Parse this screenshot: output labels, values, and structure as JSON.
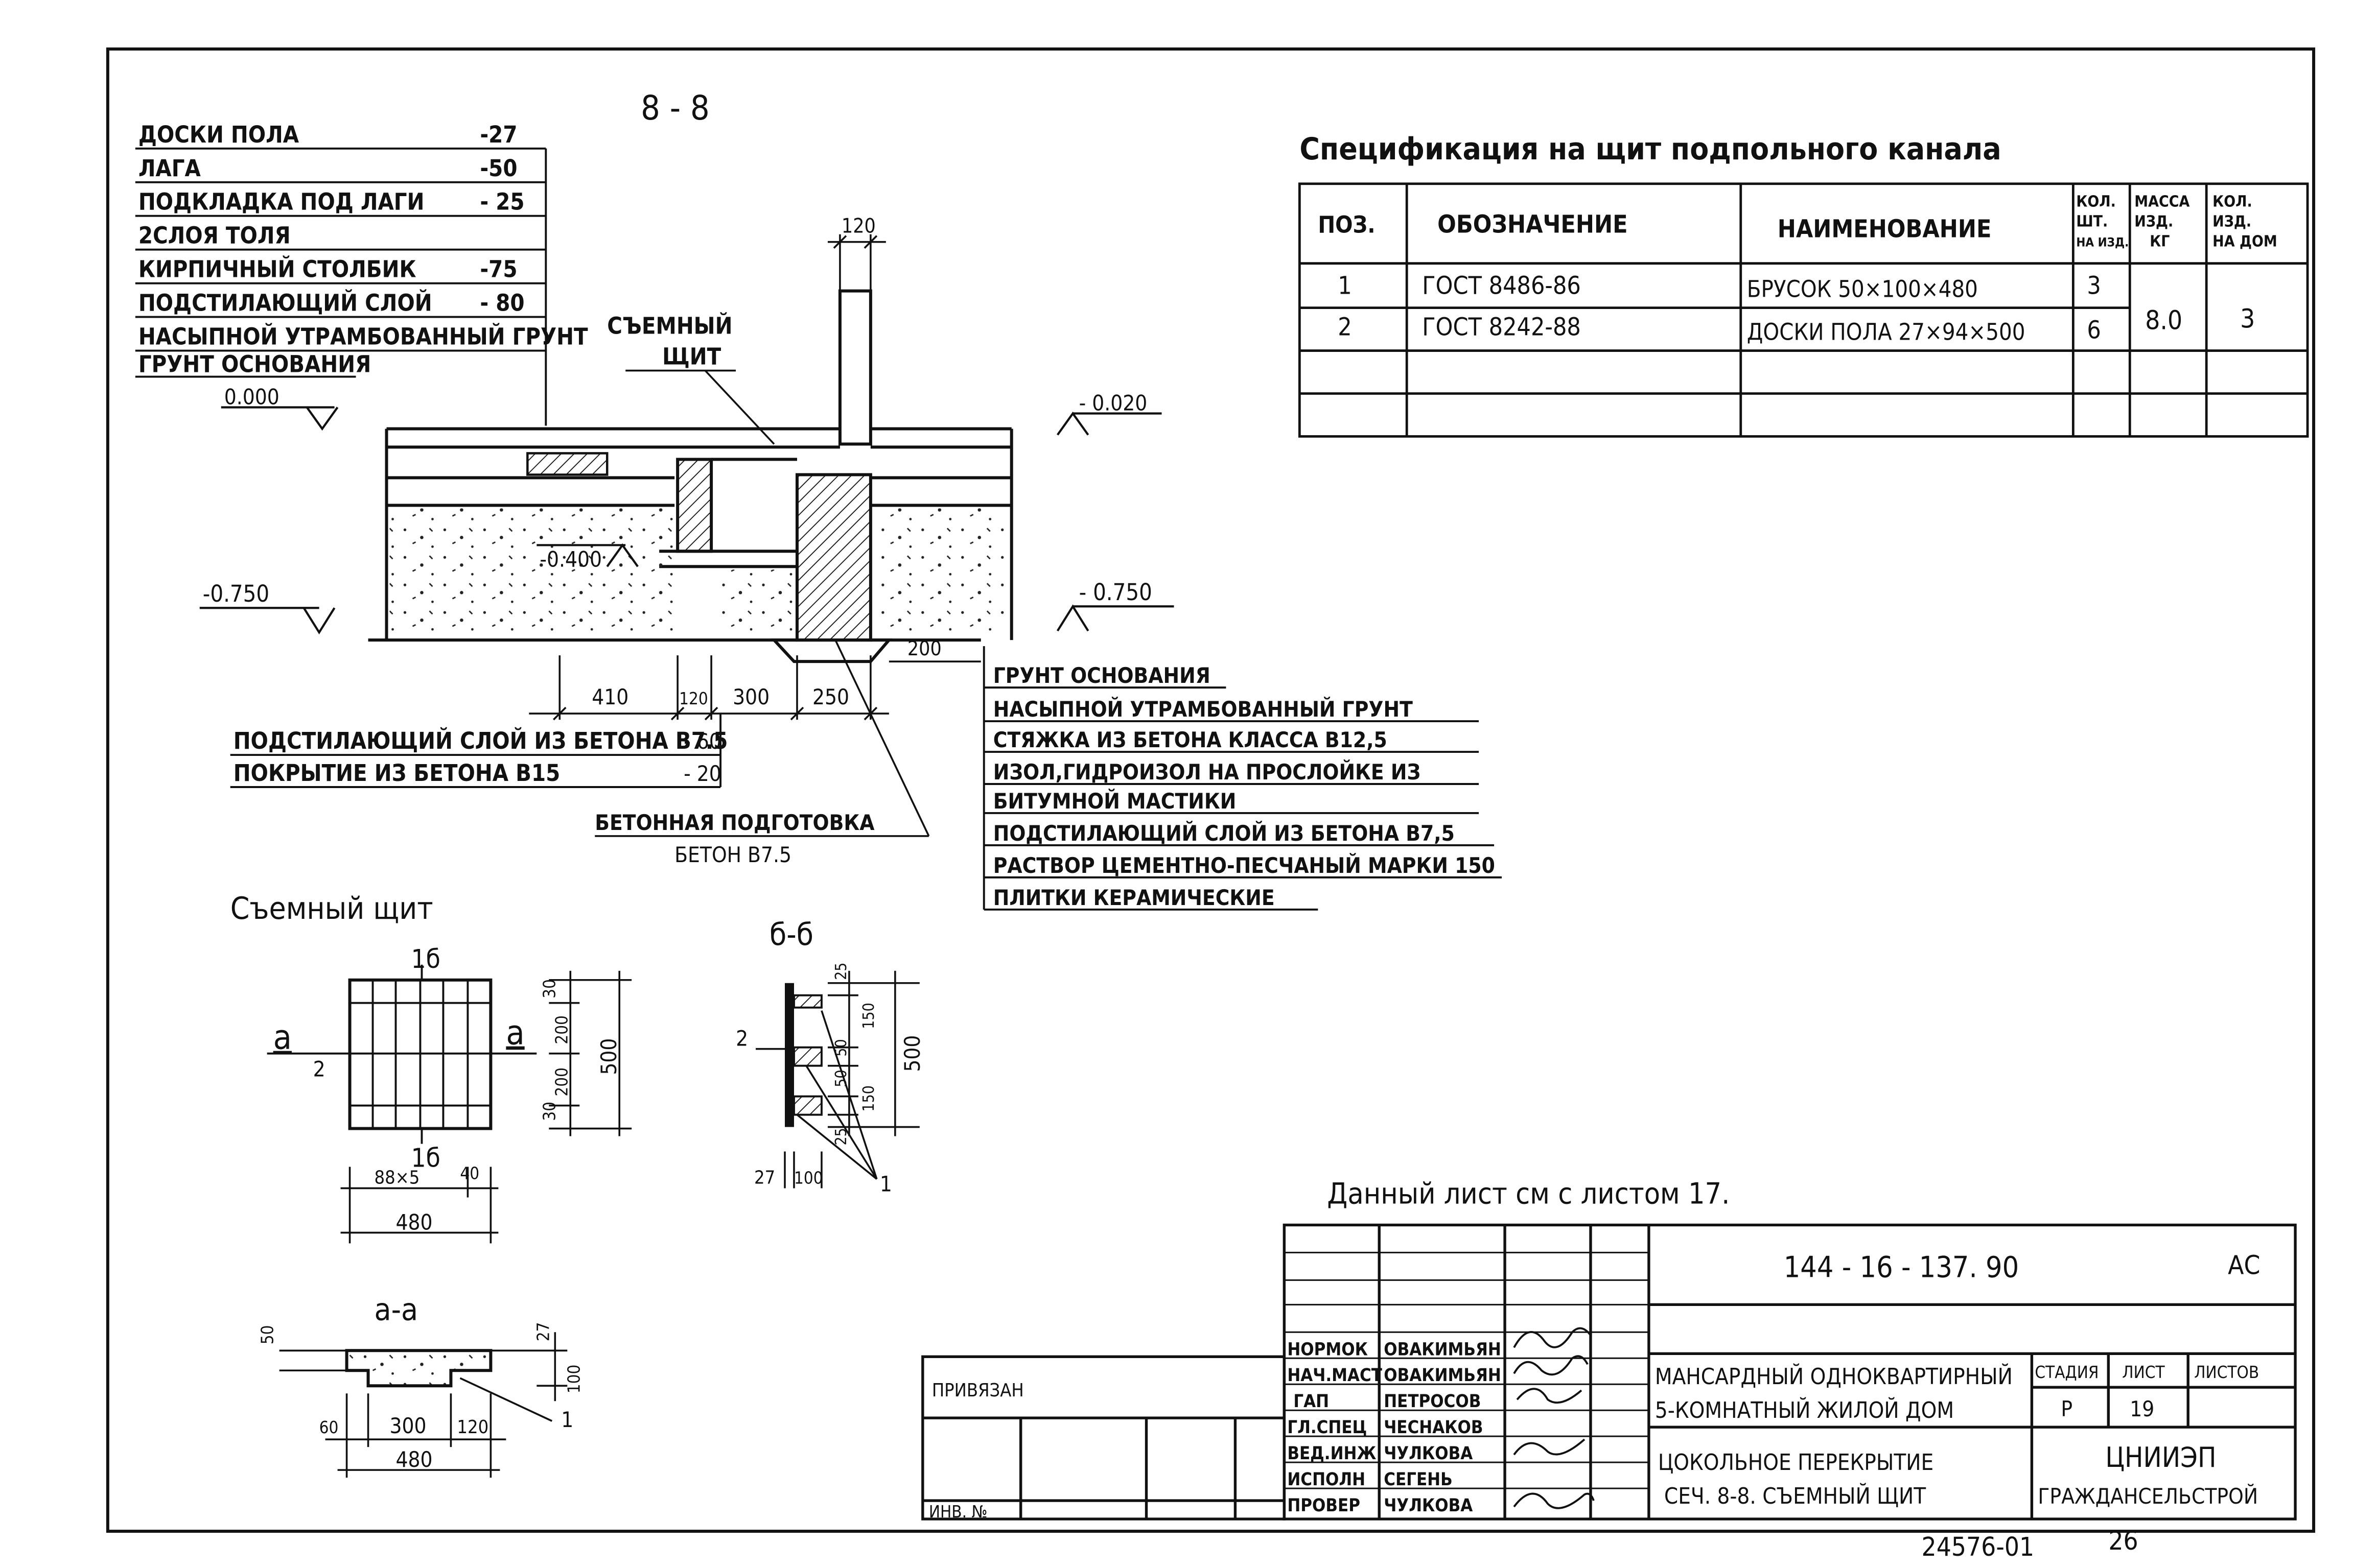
{
  "section_title": "8 - 8",
  "floor_layers": [
    {
      "name": "ДОСКИ ПОЛА",
      "value": "-27"
    },
    {
      "name": "ЛАГА",
      "value": "-50"
    },
    {
      "name": "ПОДКЛАДКА ПОД ЛАГИ",
      "value": "- 25"
    },
    {
      "name": "2СЛОЯ ТОЛЯ",
      "value": ""
    },
    {
      "name": "КИРПИЧНЫЙ СТОЛБИК",
      "value": "-75"
    },
    {
      "name": "ПОДСТИЛАЮЩИЙ СЛОЙ",
      "value": "- 80"
    },
    {
      "name": "НАСЫПНОЙ УТРАМБОВАННЫЙ ГРУНТ",
      "value": ""
    },
    {
      "name": "ГРУНТ ОСНОВАНИЯ",
      "value": ""
    }
  ],
  "spec": {
    "title": "Спецификация на щит подпольного канала",
    "headers": {
      "pos": "ПОЗ.",
      "designation": "ОБОЗНАЧЕНИЕ",
      "name": "НАИМЕНОВАНИЕ",
      "qty": [
        "КОЛ.",
        "ШТ.",
        "НА ИЗД."
      ],
      "mass": [
        "МАССА",
        "ИЗД.",
        "КГ"
      ],
      "qty_house": [
        "КОЛ.",
        "ИЗД.",
        "НА ДОМ"
      ]
    },
    "rows": [
      {
        "pos": "1",
        "designation": "ГОСТ 8486-86",
        "name": "БРУСОК 50×100×480",
        "qty": "3"
      },
      {
        "pos": "2",
        "designation": "ГОСТ 8242-88",
        "name": "ДОСКИ ПОЛА 27×94×500",
        "qty": "6"
      }
    ],
    "mass": "8.0",
    "qty_house": "3"
  },
  "section": {
    "removable_label_1": "СЪЕМНЫЙ",
    "removable_label_2": "ЩИТ",
    "dim_top": "120",
    "level_left": "0.000",
    "level_right": "- 0.020",
    "level_inner": "-0.400",
    "level_bottom_left": "-0.750",
    "level_bottom_right": "- 0.750",
    "dims_bottom": [
      "410",
      "120",
      "300",
      "250"
    ],
    "dim_200": "200",
    "bottom_left_layers": [
      {
        "name": "ПОДСТИЛАЮЩИЙ СЛОЙ ИЗ БЕТОНА В7.5",
        "value": "- 60"
      },
      {
        "name": "ПОКРЫТИЕ ИЗ БЕТОНА В15",
        "value": "- 20"
      }
    ],
    "prep_label_1": "БЕТОННАЯ ПОДГОТОВКА",
    "prep_label_2": "БЕТОН В7.5",
    "right_layers": [
      "ГРУНТ ОСНОВАНИЯ",
      "НАСЫПНОЙ УТРАМБОВАННЫЙ ГРУНТ",
      "СТЯЖКА ИЗ БЕТОНА КЛАССА В12,5",
      "ИЗОЛ,ГИДРОИЗОЛ НА ПРОСЛОЙКЕ ИЗ",
      "БИТУМНОЙ МАСТИКИ",
      "ПОДСТИЛАЮЩИЙ СЛОЙ ИЗ БЕТОНА В7,5",
      "РАСТВОР ЦЕМЕНТНО-ПЕСЧАНЫЙ МАРКИ 150",
      "ПЛИТКИ КЕРАМИЧЕСКИЕ"
    ]
  },
  "shield": {
    "title": "Съемный щит",
    "mark_b_top": "1б",
    "mark_b_bottom": "1б",
    "mark_a_left": "а",
    "mark_a_right": "а",
    "pos_2": "2",
    "dims_v": [
      "30",
      "200",
      "200",
      "30"
    ],
    "dim_500": "500",
    "dim_88x5": "88×5",
    "dim_40": "40",
    "dim_480": "480"
  },
  "section_bb": {
    "title": "б-б",
    "pos_2": "2",
    "pos_1": "1",
    "dims_v": [
      "25",
      "150",
      "50",
      "50",
      "150",
      "25"
    ],
    "dim_500": "500",
    "dim_27": "27",
    "dim_100": "100"
  },
  "section_aa": {
    "title": "а-а",
    "dim_50": "50",
    "dim_27": "27",
    "dim_100": "100",
    "dims_h": [
      "60",
      "300",
      "120"
    ],
    "dim_480": "480",
    "pos_1": "1"
  },
  "note": "Данный лист см с листом 17.",
  "title_block": {
    "code": "144 - 16 - 137. 90",
    "mark": "АС",
    "bound_label": "ПРИВЯЗАН",
    "inv_label": "ИНВ. №",
    "signatures": [
      {
        "role": "НОРМОК",
        "name": "ОВАКИМЬЯН"
      },
      {
        "role": "НАЧ.МАСТ",
        "name": "ОВАКИМЬЯН"
      },
      {
        "role": "ГАП",
        "name": "ПЕТРОСОВ"
      },
      {
        "role": "ГЛ.СПЕЦ",
        "name": "ЧЕСНАКОВ"
      },
      {
        "role": "ВЕД.ИНЖ",
        "name": "ЧУЛКОВА"
      },
      {
        "role": "ИСПОЛН",
        "name": "СЕГЕНЬ"
      },
      {
        "role": "ПРОВЕР",
        "name": "ЧУЛКОВА"
      }
    ],
    "project_1": "МАНСАРДНЫЙ ОДНОКВАРТИРНЫЙ",
    "project_2": "5-КОМНАТНЫЙ ЖИЛОЙ ДОМ",
    "sheet_title_1": "ЦОКОЛЬНОЕ ПЕРЕКРЫТИЕ",
    "sheet_title_2": "СЕЧ. 8-8. СЪЕМНЫЙ ЩИТ",
    "stage_label": "СТАДИЯ",
    "sheet_label": "ЛИСТ",
    "sheets_label": "ЛИСТОВ",
    "stage": "Р",
    "sheet": "19",
    "org_1": "ЦНИИЭП",
    "org_2": "ГРАЖДАНСЕЛЬСТРОЙ",
    "archive_no": "24576-01",
    "page_no": "26"
  }
}
